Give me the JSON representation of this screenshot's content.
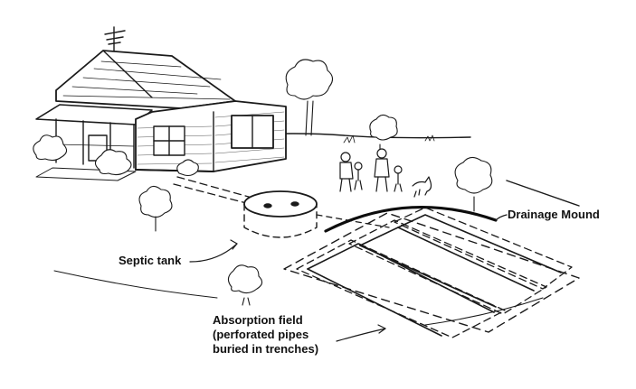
{
  "labels": {
    "drainage_mound": "Drainage Mound",
    "septic_tank": "Septic tank",
    "absorption_field": [
      "Absorption field",
      "(perforated pipes",
      "buried in trenches)"
    ]
  }
}
